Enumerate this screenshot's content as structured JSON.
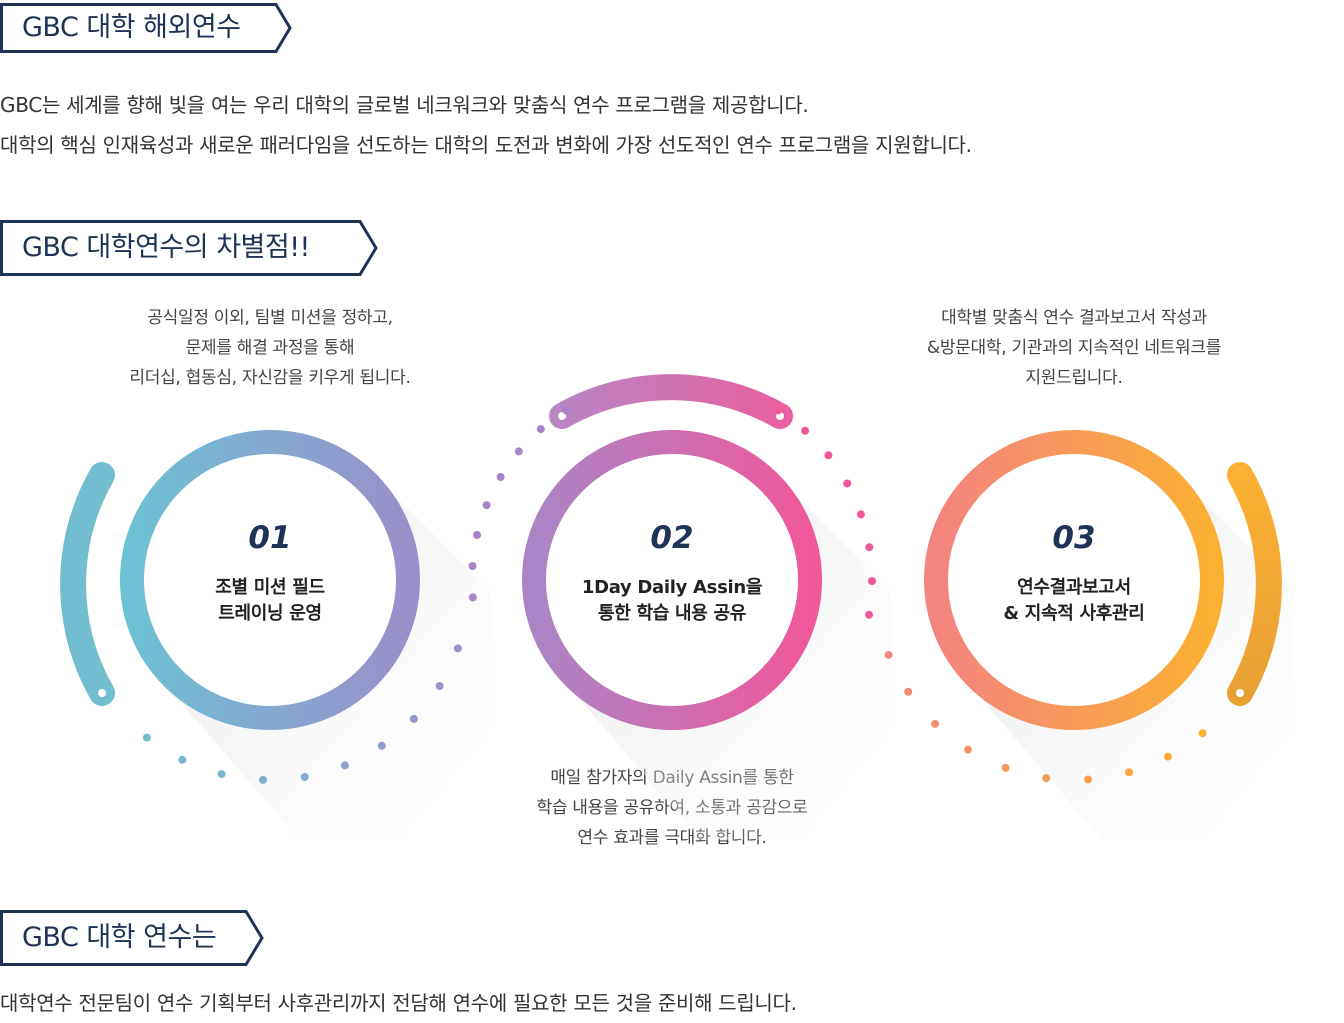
{
  "section1": {
    "title": "GBC 대학 해외연수",
    "lines": [
      "GBC는 세계를 향해 빛을 여는 우리 대학의 글로벌 네크워크와 맞춤식 연수 프로그램을 제공합니다.",
      "대학의 핵심 인재육성과 새로운  패러다임을 선도하는 대학의 도전과 변화에 가장 선도적인 연수 프로그램을 지원합니다."
    ]
  },
  "section2": {
    "title": "GBC 대학연수의 차별점!!",
    "steps": [
      {
        "number": "01",
        "title_lines": [
          "조별 미션 필드",
          "트레이닝 운영"
        ],
        "desc_lines": [
          "공식일정 이외, 팀별 미션을 정하고,",
          "문제를 해결 과정을 통해",
          "리더십, 협동심, 자신감을 키우게 됩니다."
        ],
        "colors": [
          "#6dc1d4",
          "#9b8fcb"
        ]
      },
      {
        "number": "02",
        "title_lines": [
          "1Day Daily Assin을",
          "통한 학습 내용 공유"
        ],
        "desc_lines": [
          "매일 참가자의 Daily Assin를 통한",
          "학습 내용을 공유하여, 소통과 공감으로",
          "연수 효과를 극대화 합니다."
        ],
        "colors": [
          "#a985c7",
          "#f0589a"
        ]
      },
      {
        "number": "03",
        "title_lines": [
          "연수결과보고서",
          "& 지속적 사후관리"
        ],
        "desc_lines": [
          "대학별 맞춤식 연수 결과보고서 작성과",
          "&방문대학, 기관과의 지속적인 네트워크를",
          "지원드립니다."
        ],
        "colors": [
          "#f3847e",
          "#fbb032"
        ]
      }
    ]
  },
  "section3": {
    "title": "GBC 대학 연수는",
    "line": "대학연수 전문팀이 연수 기획부터 사후관리까지 전담해 연수에 필요한 모든 것을 준비해 드립니다."
  },
  "colors": {
    "navy": "#1e3356",
    "text": "#333333"
  }
}
